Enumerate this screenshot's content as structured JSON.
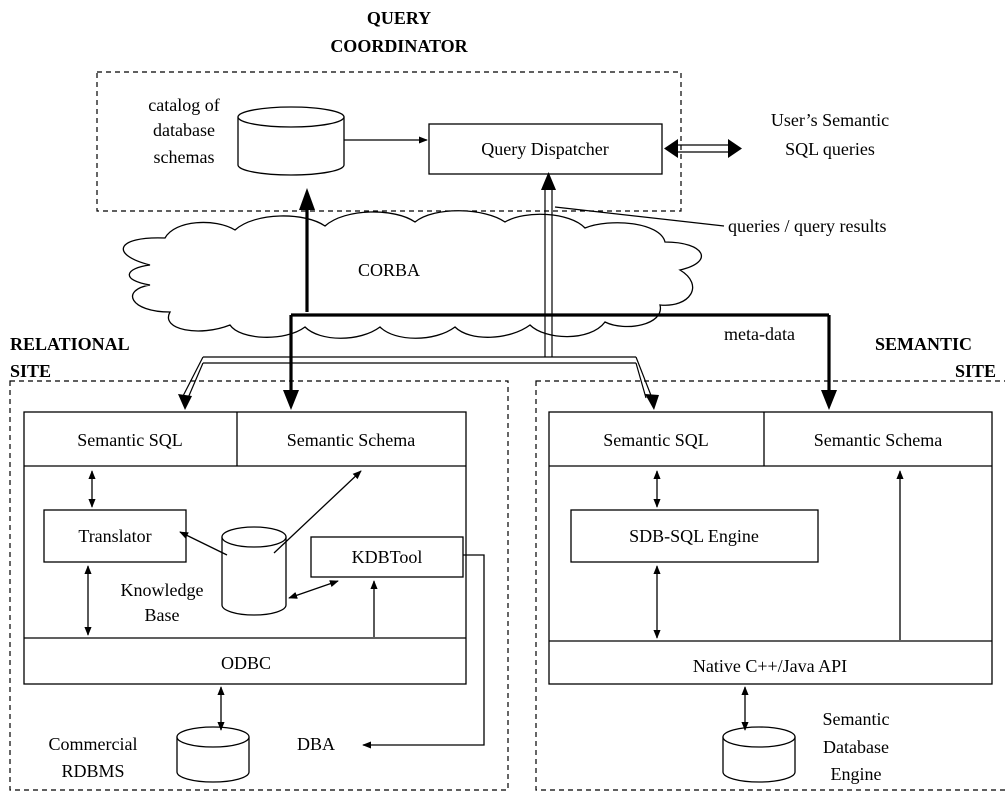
{
  "coordinator": {
    "title_line1": "QUERY",
    "title_line2": "COORDINATOR",
    "catalog_line1": "catalog of",
    "catalog_line2": "database",
    "catalog_line3": "schemas",
    "dispatcher": "Query Dispatcher",
    "user_line1": "User’s Semantic",
    "user_line2": "SQL queries",
    "queries_label": "queries / query results"
  },
  "network": {
    "corba": "CORBA",
    "meta_data": "meta-data"
  },
  "relational": {
    "title_line1": "RELATIONAL",
    "title_line2": "SITE",
    "semantic_sql": "Semantic SQL",
    "semantic_schema": "Semantic Schema",
    "translator": "Translator",
    "kdbtool": "KDBTool",
    "kb_line1": "Knowledge",
    "kb_line2": "Base",
    "odbc": "ODBC",
    "rdbms_line1": "Commercial",
    "rdbms_line2": "RDBMS",
    "dba": "DBA"
  },
  "semantic": {
    "title_line1": "SEMANTIC",
    "title_line2": "SITE",
    "semantic_sql": "Semantic SQL",
    "semantic_schema": "Semantic Schema",
    "engine": "SDB-SQL Engine",
    "api": "Native C++/Java API",
    "db_line1": "Semantic",
    "db_line2": "Database",
    "db_line3": "Engine"
  }
}
